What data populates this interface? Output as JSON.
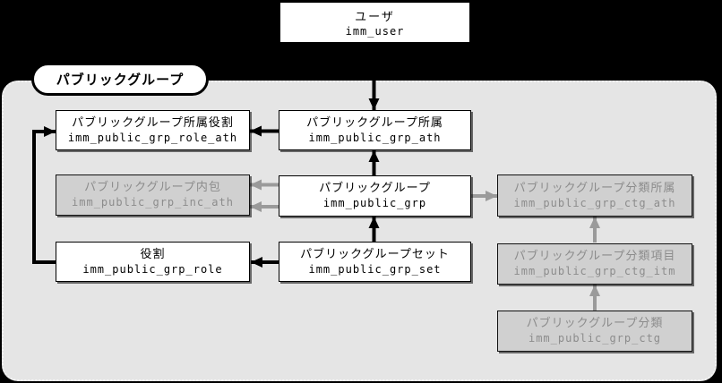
{
  "diagram": {
    "colors": {
      "page_background": "#000000",
      "container_fill": "#e5e5e5",
      "active_node_fill": "#ffffff",
      "active_node_text": "#000000",
      "inactive_node_fill": "#d0d0d0",
      "inactive_node_text": "#8c8c8c",
      "black_arrow": "#000000",
      "gray_arrow": "#9a9a9a"
    },
    "user_node": {
      "title": "ユーザ",
      "code": "imm_user"
    },
    "group": {
      "label": "パブリックグループ",
      "nodes": [
        {
          "title": "パブリックグループ所属役割",
          "code": "imm_public_grp_role_ath",
          "state": "active"
        },
        {
          "title": "パブリックグループ所属",
          "code": "imm_public_grp_ath",
          "state": "active"
        },
        {
          "title": "パブリックグループ内包",
          "code": "imm_public_grp_inc_ath",
          "state": "inactive"
        },
        {
          "title": "パブリックグループ",
          "code": "imm_public_grp",
          "state": "active"
        },
        {
          "title": "パブリックグループ分類所属",
          "code": "imm_public_grp_ctg_ath",
          "state": "inactive"
        },
        {
          "title": "役割",
          "code": "imm_public_grp_role",
          "state": "active"
        },
        {
          "title": "パブリックグループセット",
          "code": "imm_public_grp_set",
          "state": "active"
        },
        {
          "title": "パブリックグループ分類項目",
          "code": "imm_public_grp_ctg_itm",
          "state": "inactive"
        },
        {
          "title": "パブリックグループ分類",
          "code": "imm_public_grp_ctg",
          "state": "inactive"
        }
      ]
    },
    "edges": [
      {
        "from": "imm_user",
        "to": "imm_public_grp_ath",
        "color": "black"
      },
      {
        "from": "imm_public_grp_ath",
        "to": "imm_public_grp_role_ath",
        "color": "black"
      },
      {
        "from": "imm_public_grp",
        "to": "imm_public_grp_ath",
        "color": "black"
      },
      {
        "from": "imm_public_grp_set",
        "to": "imm_public_grp",
        "color": "black"
      },
      {
        "from": "imm_public_grp_set",
        "to": "imm_public_grp_role",
        "color": "black"
      },
      {
        "from": "imm_public_grp_role",
        "to": "imm_public_grp_role_ath",
        "color": "black"
      },
      {
        "from": "imm_public_grp",
        "to": "imm_public_grp_inc_ath",
        "color": "gray"
      },
      {
        "from": "imm_public_grp",
        "to": "imm_public_grp_inc_ath",
        "color": "gray"
      },
      {
        "from": "imm_public_grp",
        "to": "imm_public_grp_ctg_ath",
        "color": "gray"
      },
      {
        "from": "imm_public_grp_ctg_itm",
        "to": "imm_public_grp_ctg_ath",
        "color": "gray"
      },
      {
        "from": "imm_public_grp_ctg",
        "to": "imm_public_grp_ctg_itm",
        "color": "gray"
      }
    ]
  }
}
